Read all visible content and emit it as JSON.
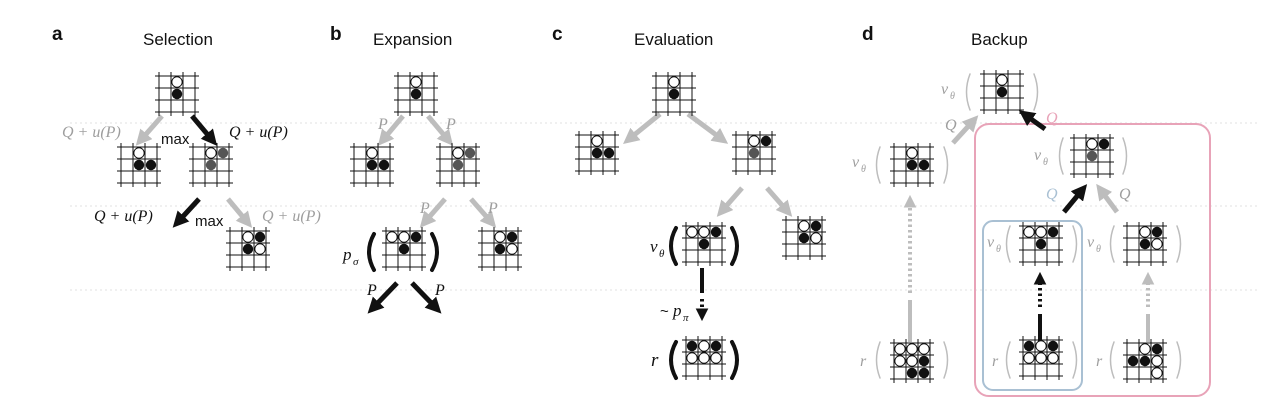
{
  "colors": {
    "black": "#111111",
    "gray": "#bdbdbd",
    "gray_text": "#9e9e9e",
    "pink": "#e8a3b8",
    "blue": "#a9c0d3",
    "dark_stone": "#555555"
  },
  "panels": {
    "a": {
      "letter": "a",
      "title": "Selection"
    },
    "b": {
      "letter": "b",
      "title": "Expansion"
    },
    "c": {
      "letter": "c",
      "title": "Evaluation"
    },
    "d": {
      "letter": "d",
      "title": "Backup"
    }
  },
  "labels": {
    "q_plus_u": "Q + u(P)",
    "max": "max",
    "p": "P",
    "p_sigma": "p",
    "sigma": "σ",
    "v_theta": "v",
    "theta": "θ",
    "tilde": "~",
    "p_pi": "p",
    "pi": "π",
    "r": "r",
    "q": "Q"
  }
}
